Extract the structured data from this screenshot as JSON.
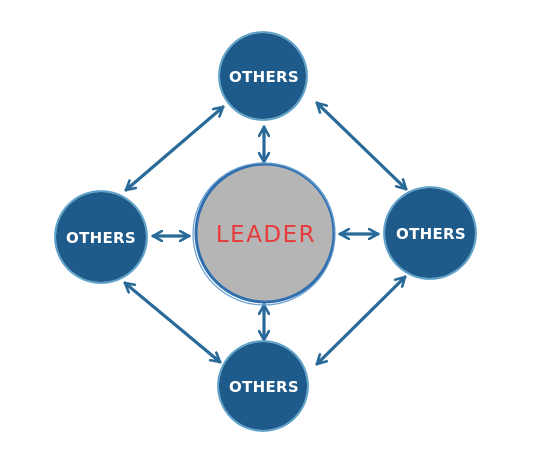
{
  "leader": {
    "label": "LEADER"
  },
  "others": [
    {
      "id": "top",
      "label": "OTHERS"
    },
    {
      "id": "left",
      "label": "OTHERS"
    },
    {
      "id": "right",
      "label": "OTHERS"
    },
    {
      "id": "bottom",
      "label": "OTHERS"
    }
  ],
  "colors": {
    "node_fill": "#1e5a8a",
    "node_ring": "#5aa0c8",
    "leader_fill": "#b5b5b5",
    "leader_ring": "#2f6fb0",
    "leader_text": "#e83a3a",
    "arrow": "#2a6a98"
  }
}
